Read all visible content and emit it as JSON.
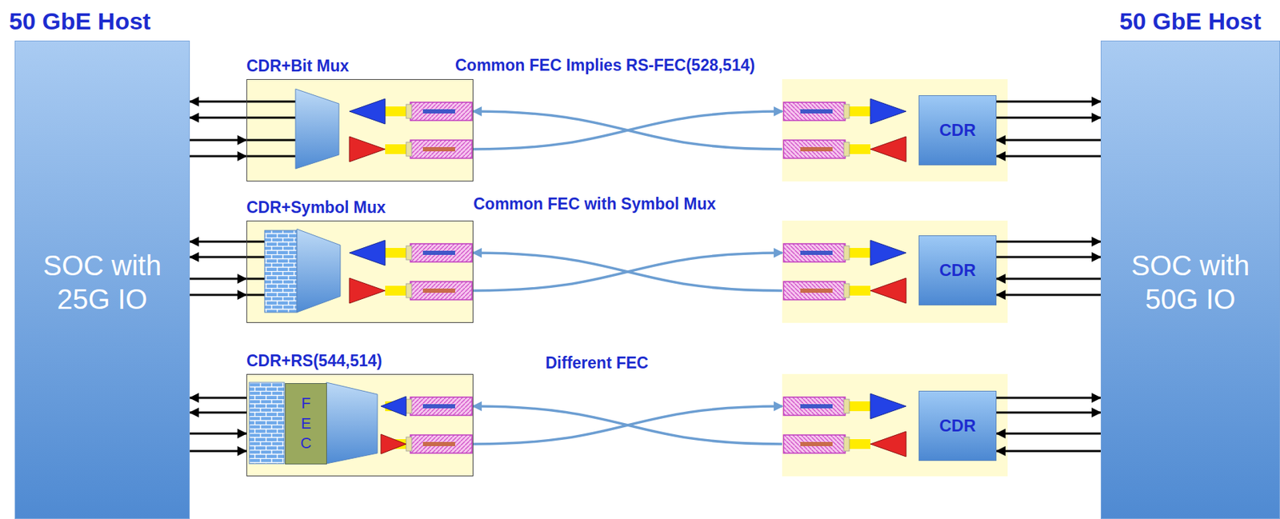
{
  "diagram": {
    "nodes": [
      {
        "text": [
          "50 GbE Host",
          "SOC with 25G IO"
        ]
      },
      {
        "text": [
          "CDR+Bit Mux"
        ]
      },
      {
        "text": [
          "CDR"
        ]
      },
      {
        "text": [
          "CDR+Symbol Mux"
        ]
      },
      {
        "text": [
          "CDR"
        ]
      },
      {
        "text": [
          "CDR+RS(544,514)"
        ]
      },
      {
        "text": [
          "F E C"
        ],
        "in": 5
      },
      {
        "text": [
          "CDR"
        ]
      },
      {
        "text": [
          "50 GbE Host",
          "SOC with 50G IO"
        ]
      }
    ],
    "edges": [
      {
        "from": 1,
        "to": 0,
        "arrow": "to"
      },
      {
        "from": 1,
        "to": 0,
        "arrow": "to"
      },
      {
        "from": 0,
        "to": 1,
        "arrow": "to"
      },
      {
        "from": 0,
        "to": 1,
        "arrow": "to"
      },
      {
        "from": 2,
        "to": 8,
        "arrow": "to"
      },
      {
        "from": 2,
        "to": 8,
        "arrow": "to"
      },
      {
        "from": 8,
        "to": 2,
        "arrow": "to"
      },
      {
        "from": 8,
        "to": 2,
        "arrow": "to"
      },
      {
        "from": 3,
        "to": 0,
        "arrow": "to"
      },
      {
        "from": 3,
        "to": 0,
        "arrow": "to"
      },
      {
        "from": 0,
        "to": 3,
        "arrow": "to"
      },
      {
        "from": 0,
        "to": 3,
        "arrow": "to"
      },
      {
        "from": 4,
        "to": 8,
        "arrow": "to"
      },
      {
        "from": 4,
        "to": 8,
        "arrow": "to"
      },
      {
        "from": 8,
        "to": 4,
        "arrow": "to"
      },
      {
        "from": 8,
        "to": 4,
        "arrow": "to"
      },
      {
        "from": 5,
        "to": 0,
        "arrow": "to"
      },
      {
        "from": 5,
        "to": 0,
        "arrow": "to"
      },
      {
        "from": 0,
        "to": 5,
        "arrow": "to"
      },
      {
        "from": 0,
        "to": 5,
        "arrow": "to"
      },
      {
        "from": 7,
        "to": 8,
        "arrow": "to"
      },
      {
        "from": 7,
        "to": 8,
        "arrow": "to"
      },
      {
        "from": 8,
        "to": 7,
        "arrow": "to"
      },
      {
        "from": 8,
        "to": 7,
        "arrow": "to"
      }
    ],
    "labels": [
      "Common FEC Implies RS-FEC(528,514)",
      "Common FEC with Symbol Mux",
      "Different FEC"
    ]
  }
}
